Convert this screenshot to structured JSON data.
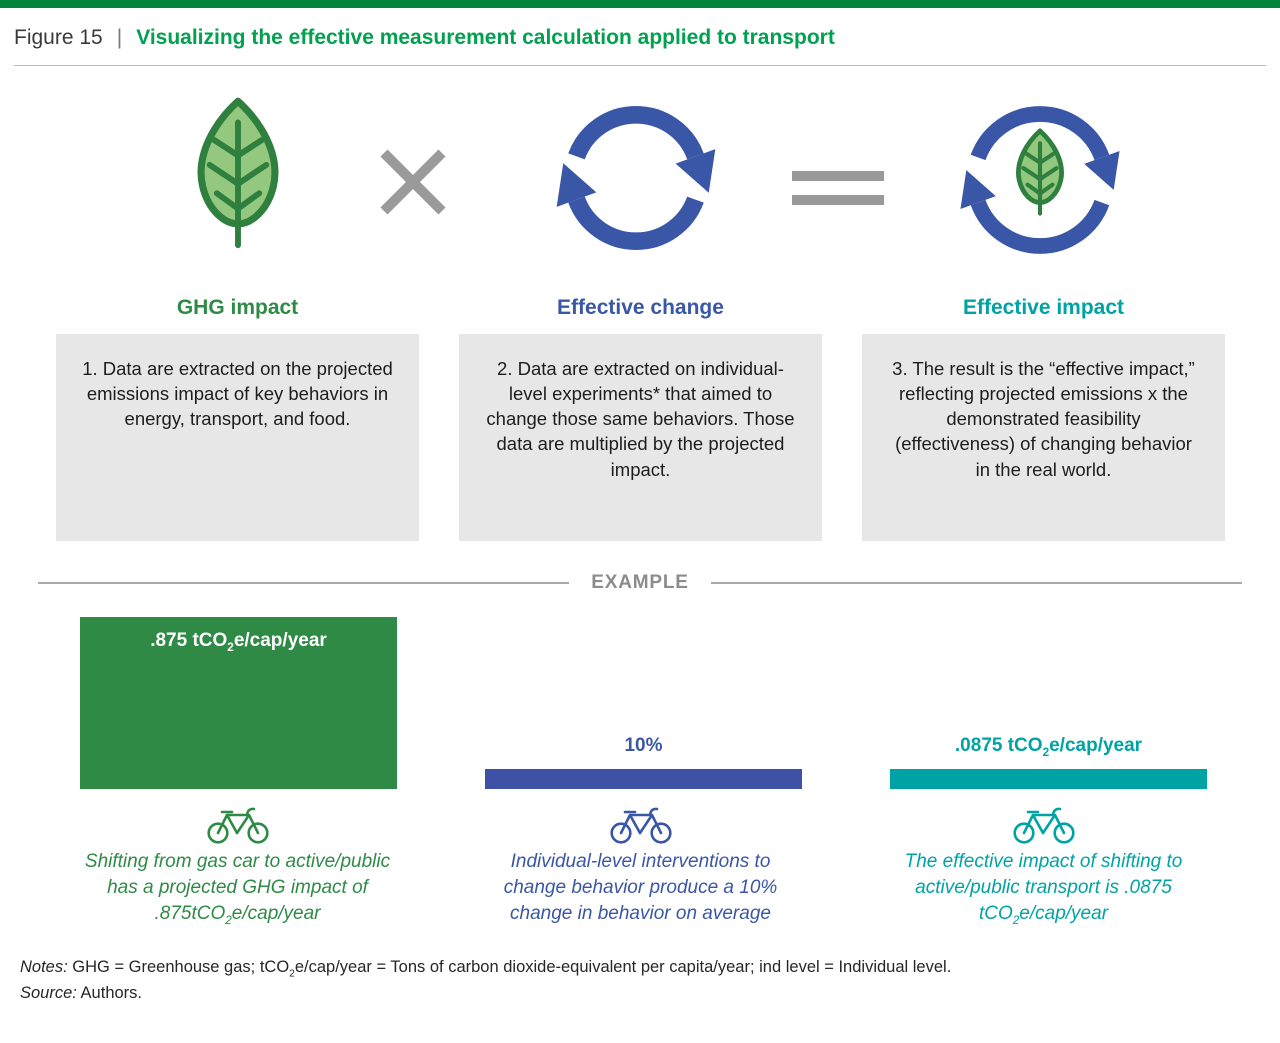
{
  "header": {
    "figure_label": "Figure 15",
    "separator": "|",
    "title": "Visualizing the effective measurement calculation applied to transport"
  },
  "colors": {
    "accent_green": "#00A14F",
    "green": "#2F8A46",
    "blue": "#3A57A7",
    "blue_bar": "#3D51A5",
    "teal": "#00A3A3",
    "box_gray": "#E7E7E7",
    "top_bar_green": "#00843D"
  },
  "formula": {
    "operator_multiply": "×",
    "operator_equals": "=",
    "columns": [
      {
        "label": "GHG impact",
        "icon": "leaf-icon",
        "description": "1. Data are extracted on the projected emissions impact of key behaviors in energy, transport, and food."
      },
      {
        "label": "Effective change",
        "icon": "cycle-arrows-icon",
        "description": "2. Data are extracted on individual-level experiments* that aimed to change those same behaviors. Those data are multiplied by the projected impact."
      },
      {
        "label": "Effective impact",
        "icon": "leaf-cycle-icon",
        "description": "3. The result is the “effective impact,” reflecting projected emissions x the demonstrated feasibility (effectiveness) of changing behavior in the real world."
      }
    ]
  },
  "example": {
    "divider_label": "EXAMPLE",
    "items": [
      {
        "value_pre": ".875 tCO",
        "value_sub": "2",
        "value_post": "e/cap/year",
        "icon": "bicycle-icon",
        "caption_pre": "Shifting from gas car to active/public has a projected GHG impact of .875tCO",
        "caption_sub": "2",
        "caption_post": "e/cap/year"
      },
      {
        "value_pre": "10%",
        "value_sub": "",
        "value_post": "",
        "icon": "bicycle-icon",
        "caption_pre": "Individual-level interventions to change behavior produce a 10% change in behavior on average",
        "caption_sub": "",
        "caption_post": ""
      },
      {
        "value_pre": ".0875 tCO",
        "value_sub": "2",
        "value_post": "e/cap/year",
        "icon": "bicycle-icon",
        "caption_pre": "The effective impact of shifting to active/public transport is .0875 tCO",
        "caption_sub": "2",
        "caption_post": "e/cap/year"
      }
    ]
  },
  "footer": {
    "notes_label": "Notes:",
    "notes_pre": " GHG = Greenhouse gas; tCO",
    "notes_sub": "2",
    "notes_post": "e/cap/year = Tons of carbon dioxide-equivalent per capita/year; ind level = Individual level.",
    "source_label": "Source:",
    "source_text": " Authors."
  }
}
